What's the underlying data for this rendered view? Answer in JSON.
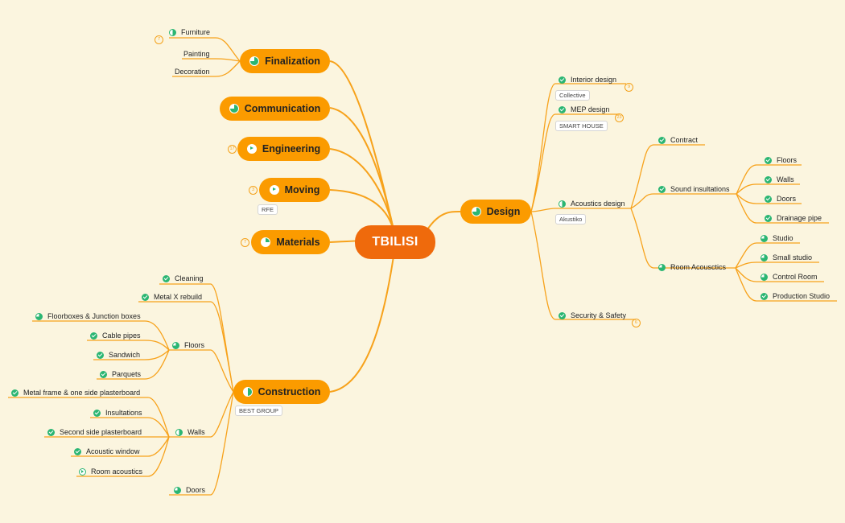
{
  "central": {
    "label": "TBILISI"
  },
  "branches": {
    "finalization": {
      "label": "Finalization",
      "icon": "progress-75-icon"
    },
    "communication": {
      "label": "Communication",
      "icon": "progress-75-icon"
    },
    "engineering": {
      "label": "Engineering",
      "icon": "play-icon",
      "badge": "17"
    },
    "moving": {
      "label": "Moving",
      "icon": "play-icon",
      "badge": "3",
      "tag": "RFE"
    },
    "materials": {
      "label": "Materials",
      "icon": "progress-25-icon",
      "badge": "7"
    },
    "construction": {
      "label": "Construction",
      "icon": "progress-50-icon",
      "tag": "BEST GROUP"
    },
    "design": {
      "label": "Design",
      "icon": "progress-75-icon"
    }
  },
  "finalization_items": {
    "furniture": {
      "label": "Furniture",
      "badge": "7"
    },
    "painting": {
      "label": "Painting"
    },
    "decoration": {
      "label": "Decoration"
    }
  },
  "construction_items": {
    "cleaning": {
      "label": "Cleaning"
    },
    "metal_x": {
      "label": "Metal X rebuild"
    },
    "floors": {
      "label": "Floors"
    },
    "floorboxes": {
      "label": "Floorboxes & Junction boxes"
    },
    "cable_pipes": {
      "label": "Cable pipes"
    },
    "sandwich": {
      "label": "Sandwich"
    },
    "parquets": {
      "label": "Parquets"
    },
    "walls": {
      "label": "Walls"
    },
    "metal_frame": {
      "label": "Metal frame & one side plasterboard"
    },
    "insultations": {
      "label": "Insultations"
    },
    "second_side": {
      "label": "Second side plasterboard"
    },
    "acoustic_window": {
      "label": "Acoustic window"
    },
    "room_acoustics": {
      "label": "Room acoustics"
    },
    "doors": {
      "label": "Doors"
    }
  },
  "design_items": {
    "interior": {
      "label": "Interior design",
      "badge": "9",
      "tag": "Collective"
    },
    "mep": {
      "label": "MEP design",
      "badge": "23",
      "tag": "SMART HOUSE"
    },
    "acoustics": {
      "label": "Acoustics design",
      "tag": "Akustiko"
    },
    "contract": {
      "label": "Contract"
    },
    "sound": {
      "label": "Sound insultations"
    },
    "floors": {
      "label": "Floors"
    },
    "walls": {
      "label": "Walls"
    },
    "doors": {
      "label": "Doors"
    },
    "drainage": {
      "label": "Drainage pipe"
    },
    "room_acoustics": {
      "label": "Room Acousctics"
    },
    "studio": {
      "label": "Studio"
    },
    "small_studio": {
      "label": "Small studio"
    },
    "control_room": {
      "label": "Control Room"
    },
    "production_studio": {
      "label": "Production Studio"
    },
    "security": {
      "label": "Security & Safety",
      "badge": "6"
    }
  },
  "colors": {
    "background": "#fbf5df",
    "branch": "#fb9b00",
    "central": "#ef6a0c",
    "line": "#f7a21b",
    "progress": "#2bb673"
  }
}
